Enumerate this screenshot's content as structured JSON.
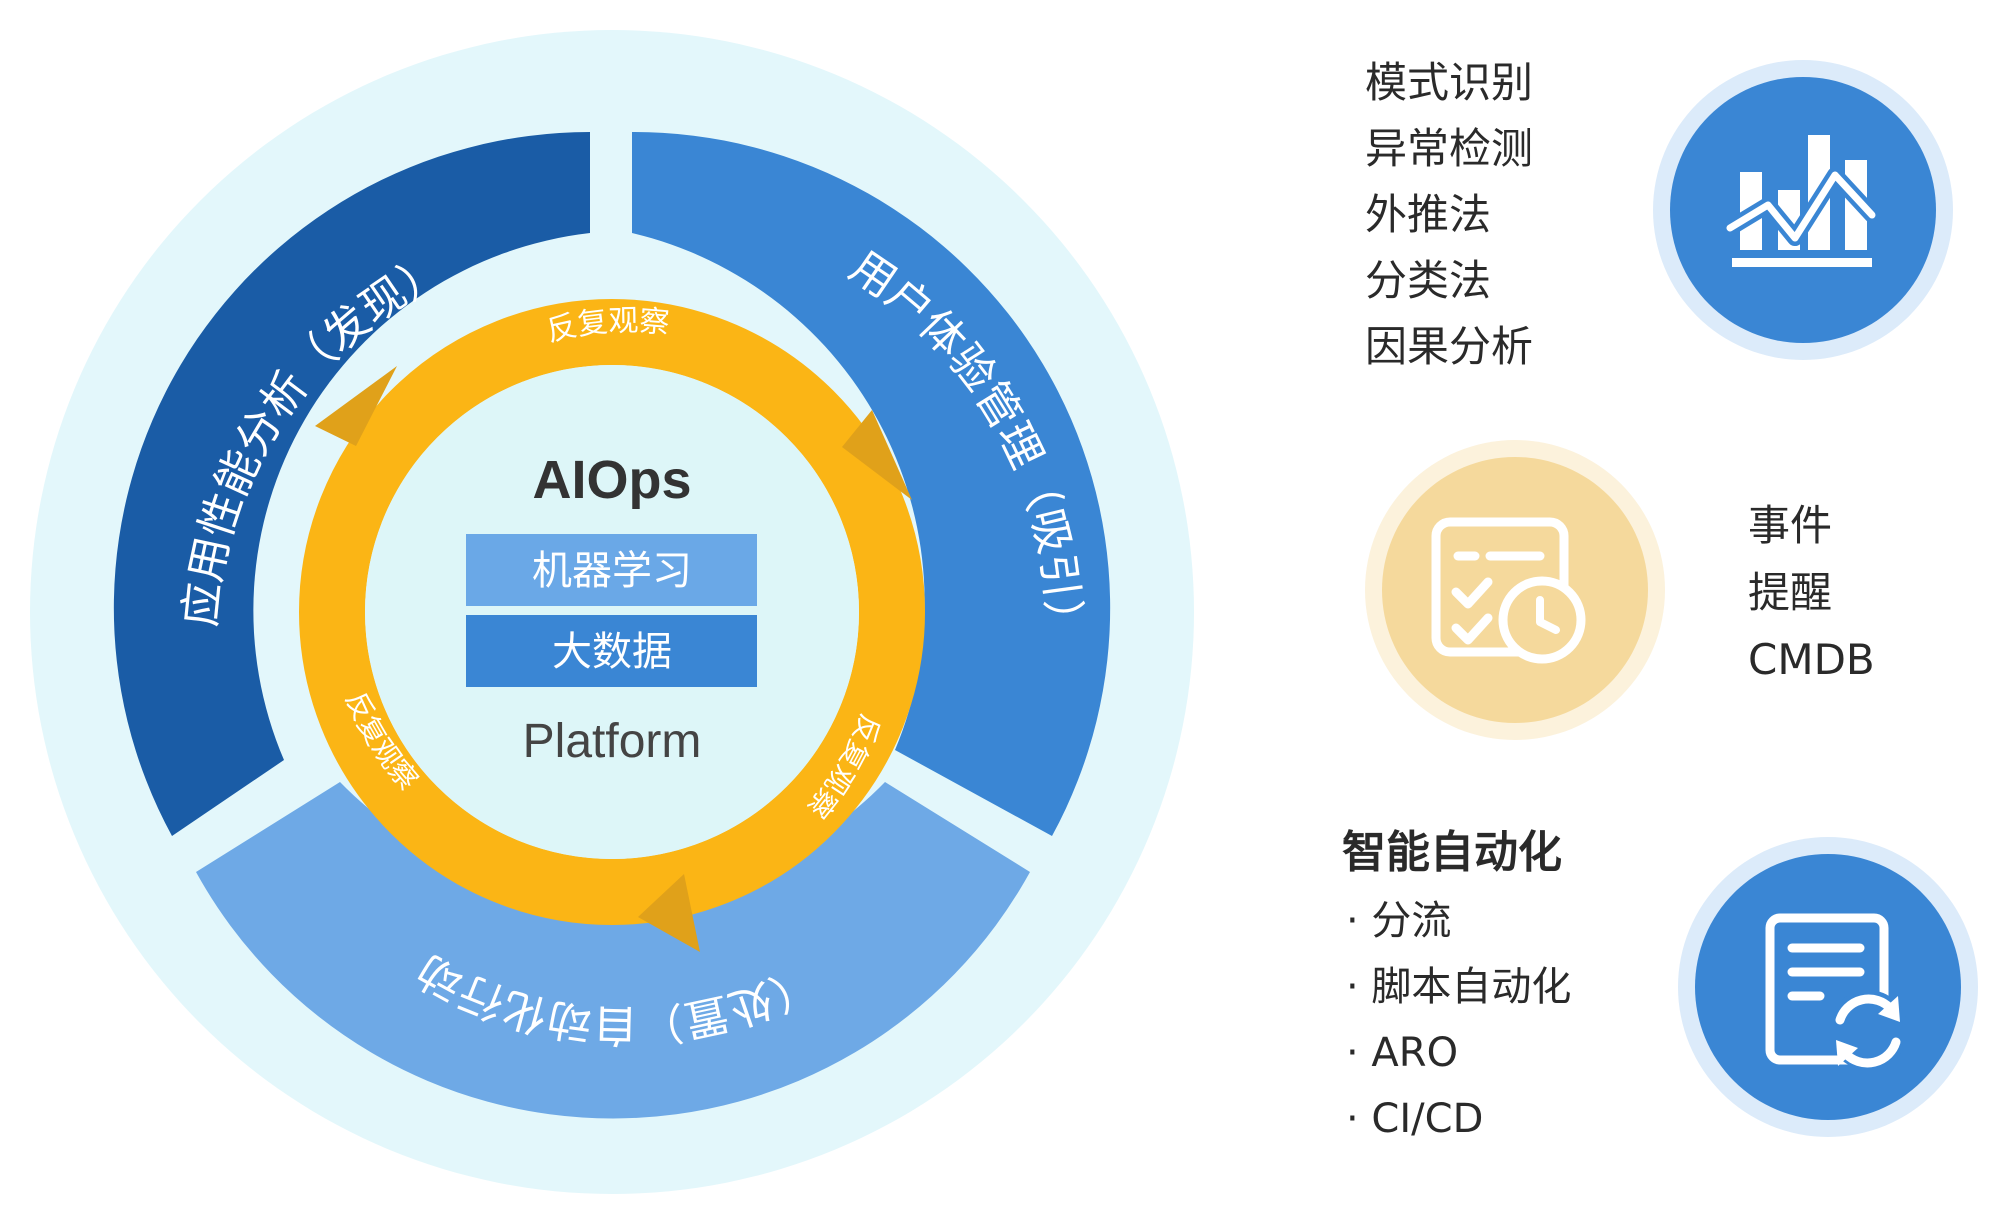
{
  "diagram": {
    "center": {
      "title": "AIOps",
      "layer_top": "机器学习",
      "layer_bottom": "大数据",
      "platform": "Platform"
    },
    "segments": {
      "left": "应用性能分析（发现）",
      "right": "用户体验管理（吸引）",
      "bottom": "（处置）自动化行动"
    },
    "ring_labels": {
      "top": "反复观察",
      "left": "反复观察",
      "right": "反复观察"
    }
  },
  "capabilities": {
    "analytics": {
      "icon": "bar-line-chart-icon",
      "items": [
        "模式识别",
        "异常检测",
        "外推法",
        "分类法",
        "因果分析"
      ]
    },
    "events": {
      "icon": "schedule-checklist-icon",
      "items": [
        "事件",
        "提醒",
        "CMDB"
      ]
    },
    "automation": {
      "icon": "document-refresh-icon",
      "heading": "智能自动化",
      "items": [
        "· 分流",
        "· 脚本自动化",
        "· ARO",
        "· CI/CD"
      ]
    }
  },
  "colors": {
    "outer_ring": "#e3f7fb",
    "segment_left": "#1a5ca6",
    "segment_right": "#3a86d4",
    "segment_bottom": "#6ea9e6",
    "cycle_ring": "#fbb515",
    "cycle_arrow": "#e0a11a",
    "inner_circle": "#ddf6f8",
    "layer_top": "#6aa8e7",
    "layer_bottom": "#3a86d4",
    "icon_blue": "#3a86d4",
    "icon_blue_halo": "#dcebfa",
    "icon_yellow": "#f5d99c",
    "icon_yellow_halo": "#fcf2dc"
  }
}
